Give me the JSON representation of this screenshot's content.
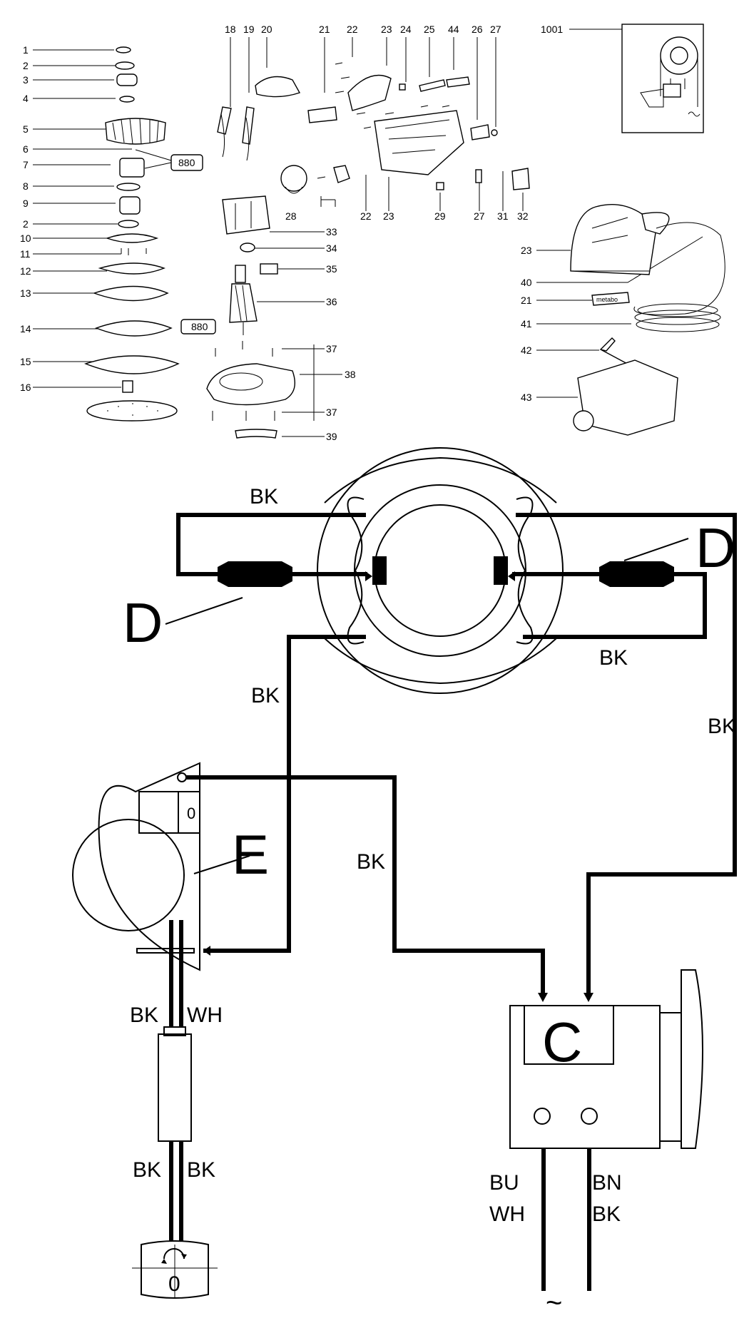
{
  "exploded_view": {
    "left_callouts": [
      "1",
      "2",
      "3",
      "4",
      "5",
      "6",
      "7",
      "8",
      "9",
      "2",
      "10",
      "11",
      "12",
      "13",
      "14",
      "15",
      "16"
    ],
    "top_callouts": [
      "18",
      "19",
      "20",
      "21",
      "22",
      "23",
      "24",
      "25",
      "44",
      "26",
      "27"
    ],
    "top_right_callout": "1001",
    "mid_callouts": [
      "28",
      "22",
      "23",
      "29",
      "27",
      "31",
      "32"
    ],
    "right_callouts": [
      "33",
      "34",
      "35",
      "36",
      "37",
      "38",
      "37",
      "39"
    ],
    "product_callouts": [
      "23",
      "40",
      "21",
      "41",
      "42",
      "43"
    ],
    "grease_tube_label": "880",
    "logo_text": "metabo"
  },
  "wiring": {
    "wire_colors": [
      "BK",
      "BK",
      "BK",
      "BK",
      "BK",
      "BK",
      "WH",
      "BK",
      "BK",
      "BU",
      "WH",
      "BN",
      "BK"
    ],
    "component_labels": {
      "d_left": "D",
      "d_right": "D",
      "e": "E",
      "c": "C"
    },
    "switch_zero": "0",
    "electronics_zero": "0",
    "mains_symbol": "~"
  }
}
